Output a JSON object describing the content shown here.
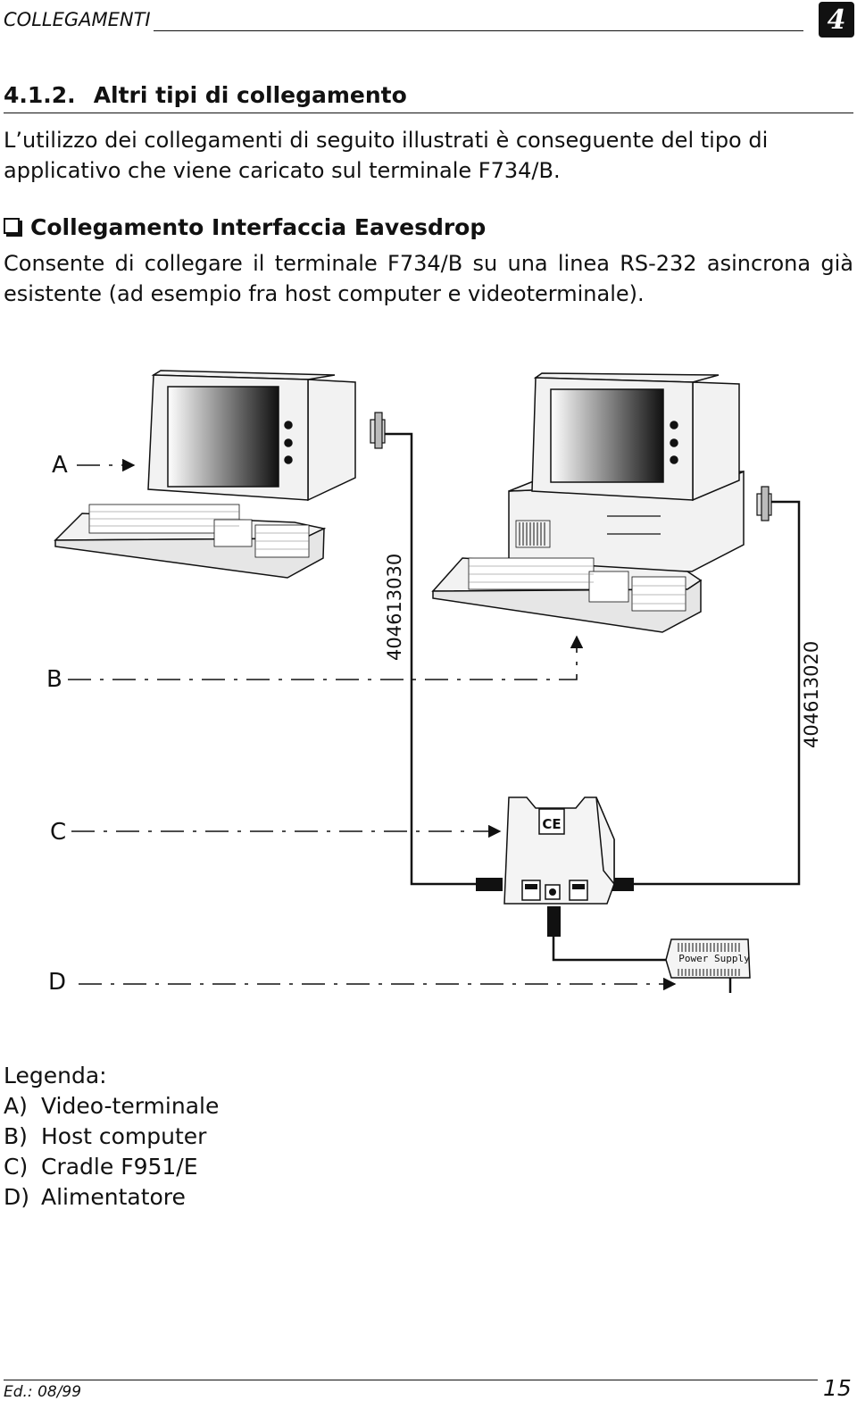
{
  "header": {
    "title": "COLLEGAMENTI",
    "chapter": "4"
  },
  "section": {
    "number": "4.1.2.",
    "title": "Altri tipi di collegamento"
  },
  "intro": "L’utilizzo dei collegamenti di seguito illustrati è conseguente del tipo di applicativo che viene caricato sul terminale F734/B.",
  "subsection": {
    "title": "Collegamento Interfaccia Eavesdrop",
    "text": "Consente di collegare il terminale F734/B su una linea RS-232 asincrona già esistente (ad esempio fra host computer e videoterminale)."
  },
  "diagram": {
    "label_a": "A",
    "label_b": "B",
    "label_c": "C",
    "label_d": "D",
    "cable_1": "404613030",
    "cable_2": "404613020",
    "power_supply": "Power Supply",
    "ce_mark": "CE"
  },
  "legend": {
    "title": "Legenda:",
    "items": [
      {
        "key": "A)",
        "text": "Video-terminale"
      },
      {
        "key": "B)",
        "text": "Host computer"
      },
      {
        "key": "C)",
        "text": "Cradle F951/E"
      },
      {
        "key": "D)",
        "text": "Alimentatore"
      }
    ]
  },
  "footer": {
    "edition": "Ed.: 08/99",
    "page": "15"
  }
}
